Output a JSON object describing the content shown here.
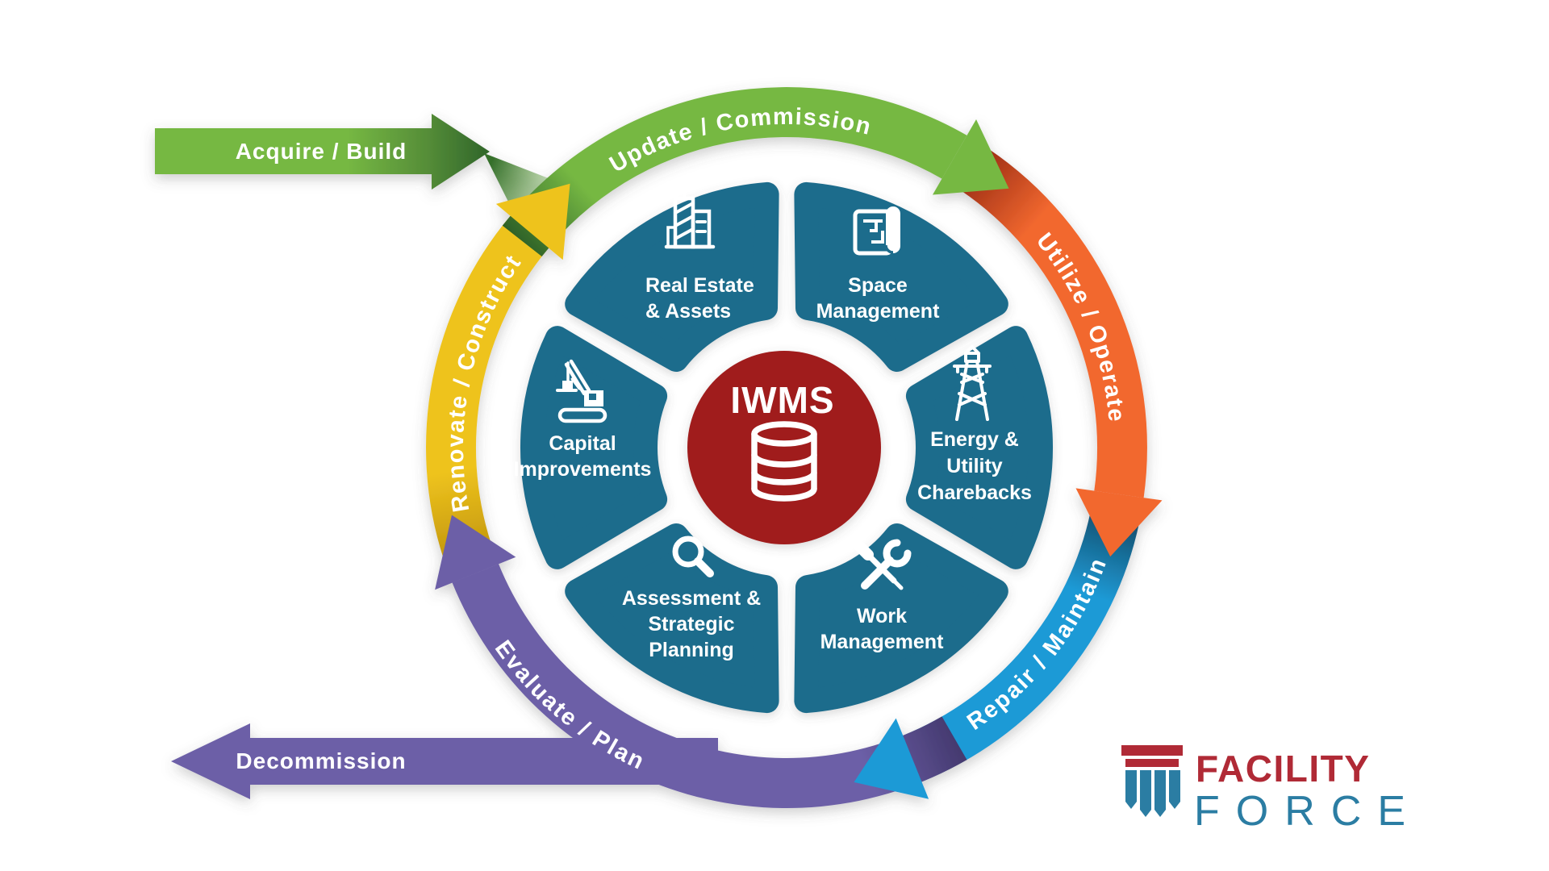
{
  "center": {
    "title": "IWMS",
    "icon": "database-icon"
  },
  "wheel": {
    "segments": [
      {
        "id": "real-estate-assets",
        "icon": "building-icon",
        "lines": [
          "Real Estate",
          "& Assets"
        ]
      },
      {
        "id": "space-management",
        "icon": "blueprint-icon",
        "lines": [
          "Space",
          "Management"
        ]
      },
      {
        "id": "energy-utility-charebacks",
        "icon": "power-tower-icon",
        "lines": [
          "Energy &",
          "Utility",
          "Charebacks"
        ]
      },
      {
        "id": "work-management",
        "icon": "tools-icon",
        "lines": [
          "Work",
          "Management"
        ]
      },
      {
        "id": "assessment-strategic-planning",
        "icon": "magnifier-icon",
        "lines": [
          "Assessment &",
          "Strategic",
          "Planning"
        ]
      },
      {
        "id": "capital-improvements",
        "icon": "crane-icon",
        "lines": [
          "Capital",
          "Improvements"
        ]
      }
    ]
  },
  "lifecycle": {
    "acquire_build": "Acquire / Build",
    "update_commission": "Update / Commission",
    "utilize_operate": "Utilize / Operate",
    "repair_maintain": "Repair / Maintain",
    "evaluate_plan": "Evaluate / Plan",
    "decommission": "Decommission",
    "renovate_construct": "Renovate / Construct"
  },
  "logo": {
    "word1": "FACILITY",
    "word2": "FORCE",
    "icon": "column-icon"
  },
  "colors": {
    "green": "#76b843",
    "orange": "#f2682f",
    "blue": "#1e9ad6",
    "purple": "#6c5fa7",
    "yellow": "#eec31e",
    "segment_teal": "#1e6c8c",
    "center_red": "#a01a1a",
    "logo_red": "#b02a36",
    "logo_teal": "#2b7da3"
  }
}
